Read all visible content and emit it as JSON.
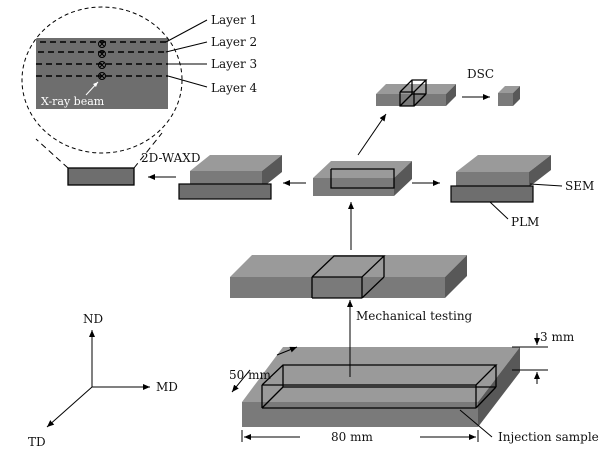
{
  "labels": {
    "layer1": "Layer 1",
    "layer2": "Layer 2",
    "layer3": "Layer 3",
    "layer4": "Layer 4",
    "xray": "X-ray beam",
    "waxd": "2D-WAXD",
    "dsc": "DSC",
    "sem": "SEM",
    "plm": "PLM",
    "mechanical": "Mechanical testing",
    "thickness": "3 mm",
    "width": "50 mm",
    "length": "80 mm",
    "injection": "Injection sample",
    "axis_nd": "ND",
    "axis_md": "MD",
    "axis_td": "TD"
  },
  "colors": {
    "top_face": "#9a9a9a",
    "front_face": "#7a7a7a",
    "side_face": "#585858",
    "strip": "#6e6e6e"
  }
}
